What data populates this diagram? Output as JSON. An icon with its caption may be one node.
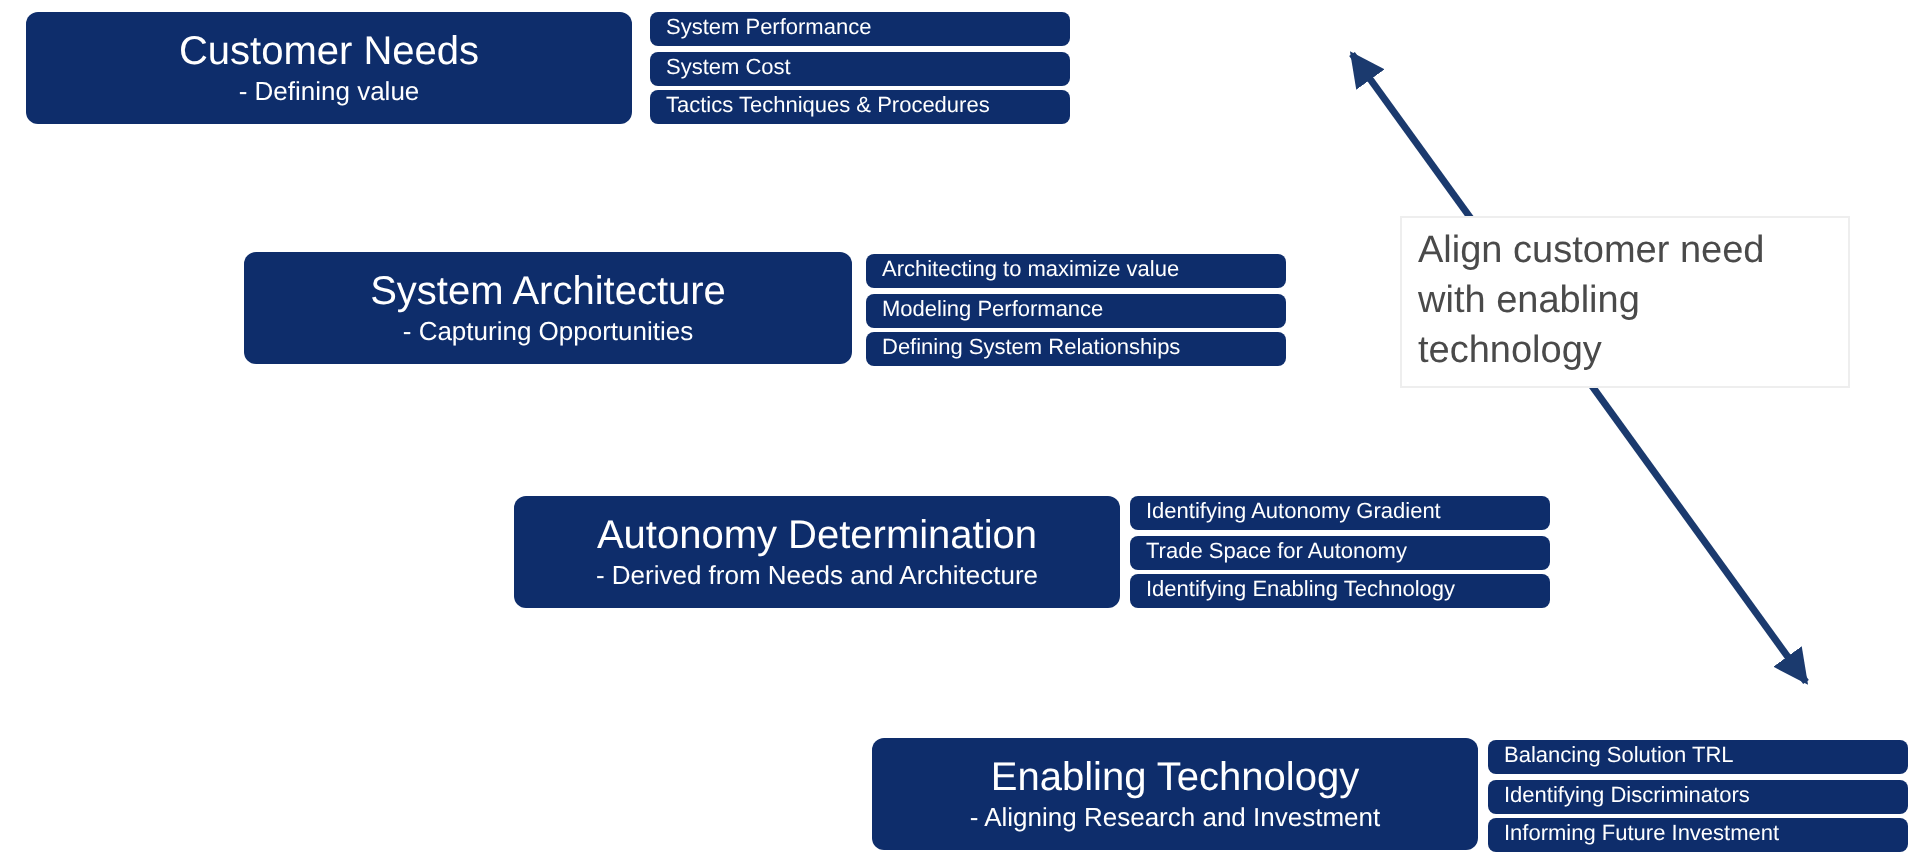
{
  "diagram": {
    "nodes": [
      {
        "text": [
          "Customer Needs",
          "- Defining value"
        ]
      },
      {
        "text": [
          "System Performance"
        ]
      },
      {
        "text": [
          "System Cost"
        ]
      },
      {
        "text": [
          "Tactics Techniques & Procedures"
        ]
      },
      {
        "text": [
          "System Architecture",
          "- Capturing Opportunities"
        ]
      },
      {
        "text": [
          "Architecting to maximize value"
        ]
      },
      {
        "text": [
          "Modeling Performance"
        ]
      },
      {
        "text": [
          "Defining System Relationships"
        ]
      },
      {
        "text": [
          "Autonomy Determination",
          "- Derived from Needs and Architecture"
        ]
      },
      {
        "text": [
          "Identifying Autonomy Gradient"
        ]
      },
      {
        "text": [
          "Trade Space for Autonomy"
        ]
      },
      {
        "text": [
          "Identifying Enabling Technology"
        ]
      },
      {
        "text": [
          "Enabling Technology",
          "- Aligning Research and Investment"
        ]
      },
      {
        "text": [
          "Balancing Solution TRL"
        ]
      },
      {
        "text": [
          "Identifying Discriminators"
        ]
      },
      {
        "text": [
          "Informing Future Investment"
        ]
      },
      {
        "text": [
          "Align customer need with enabling technology"
        ]
      }
    ]
  }
}
